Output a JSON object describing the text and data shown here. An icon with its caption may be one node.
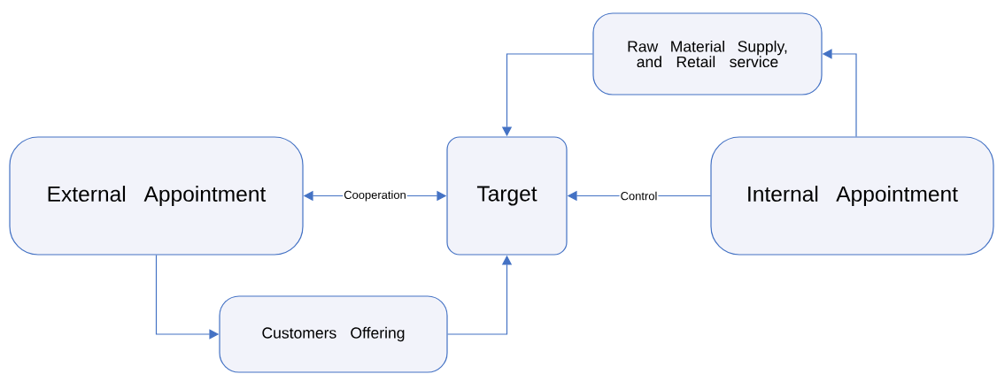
{
  "diagram": {
    "nodes": [
      {
        "text": [
          "Raw Material Supply, and Retail service"
        ]
      },
      {
        "text": [
          "External Appointment"
        ]
      },
      {
        "text": [
          "Target"
        ]
      },
      {
        "text": [
          "Internal Appointment"
        ]
      },
      {
        "text": [
          "Customers Offering"
        ]
      }
    ],
    "edges": [
      {
        "from": 0,
        "to": 2,
        "arrow": "to"
      },
      {
        "from": 1,
        "to": 2,
        "arrow": "both",
        "label": "Cooperation"
      },
      {
        "from": 3,
        "to": 2,
        "arrow": "to",
        "label": "Control"
      },
      {
        "from": 3,
        "to": 0,
        "arrow": "to"
      },
      {
        "from": 1,
        "to": 4,
        "arrow": "to"
      },
      {
        "from": 4,
        "to": 2,
        "arrow": "to"
      }
    ]
  }
}
